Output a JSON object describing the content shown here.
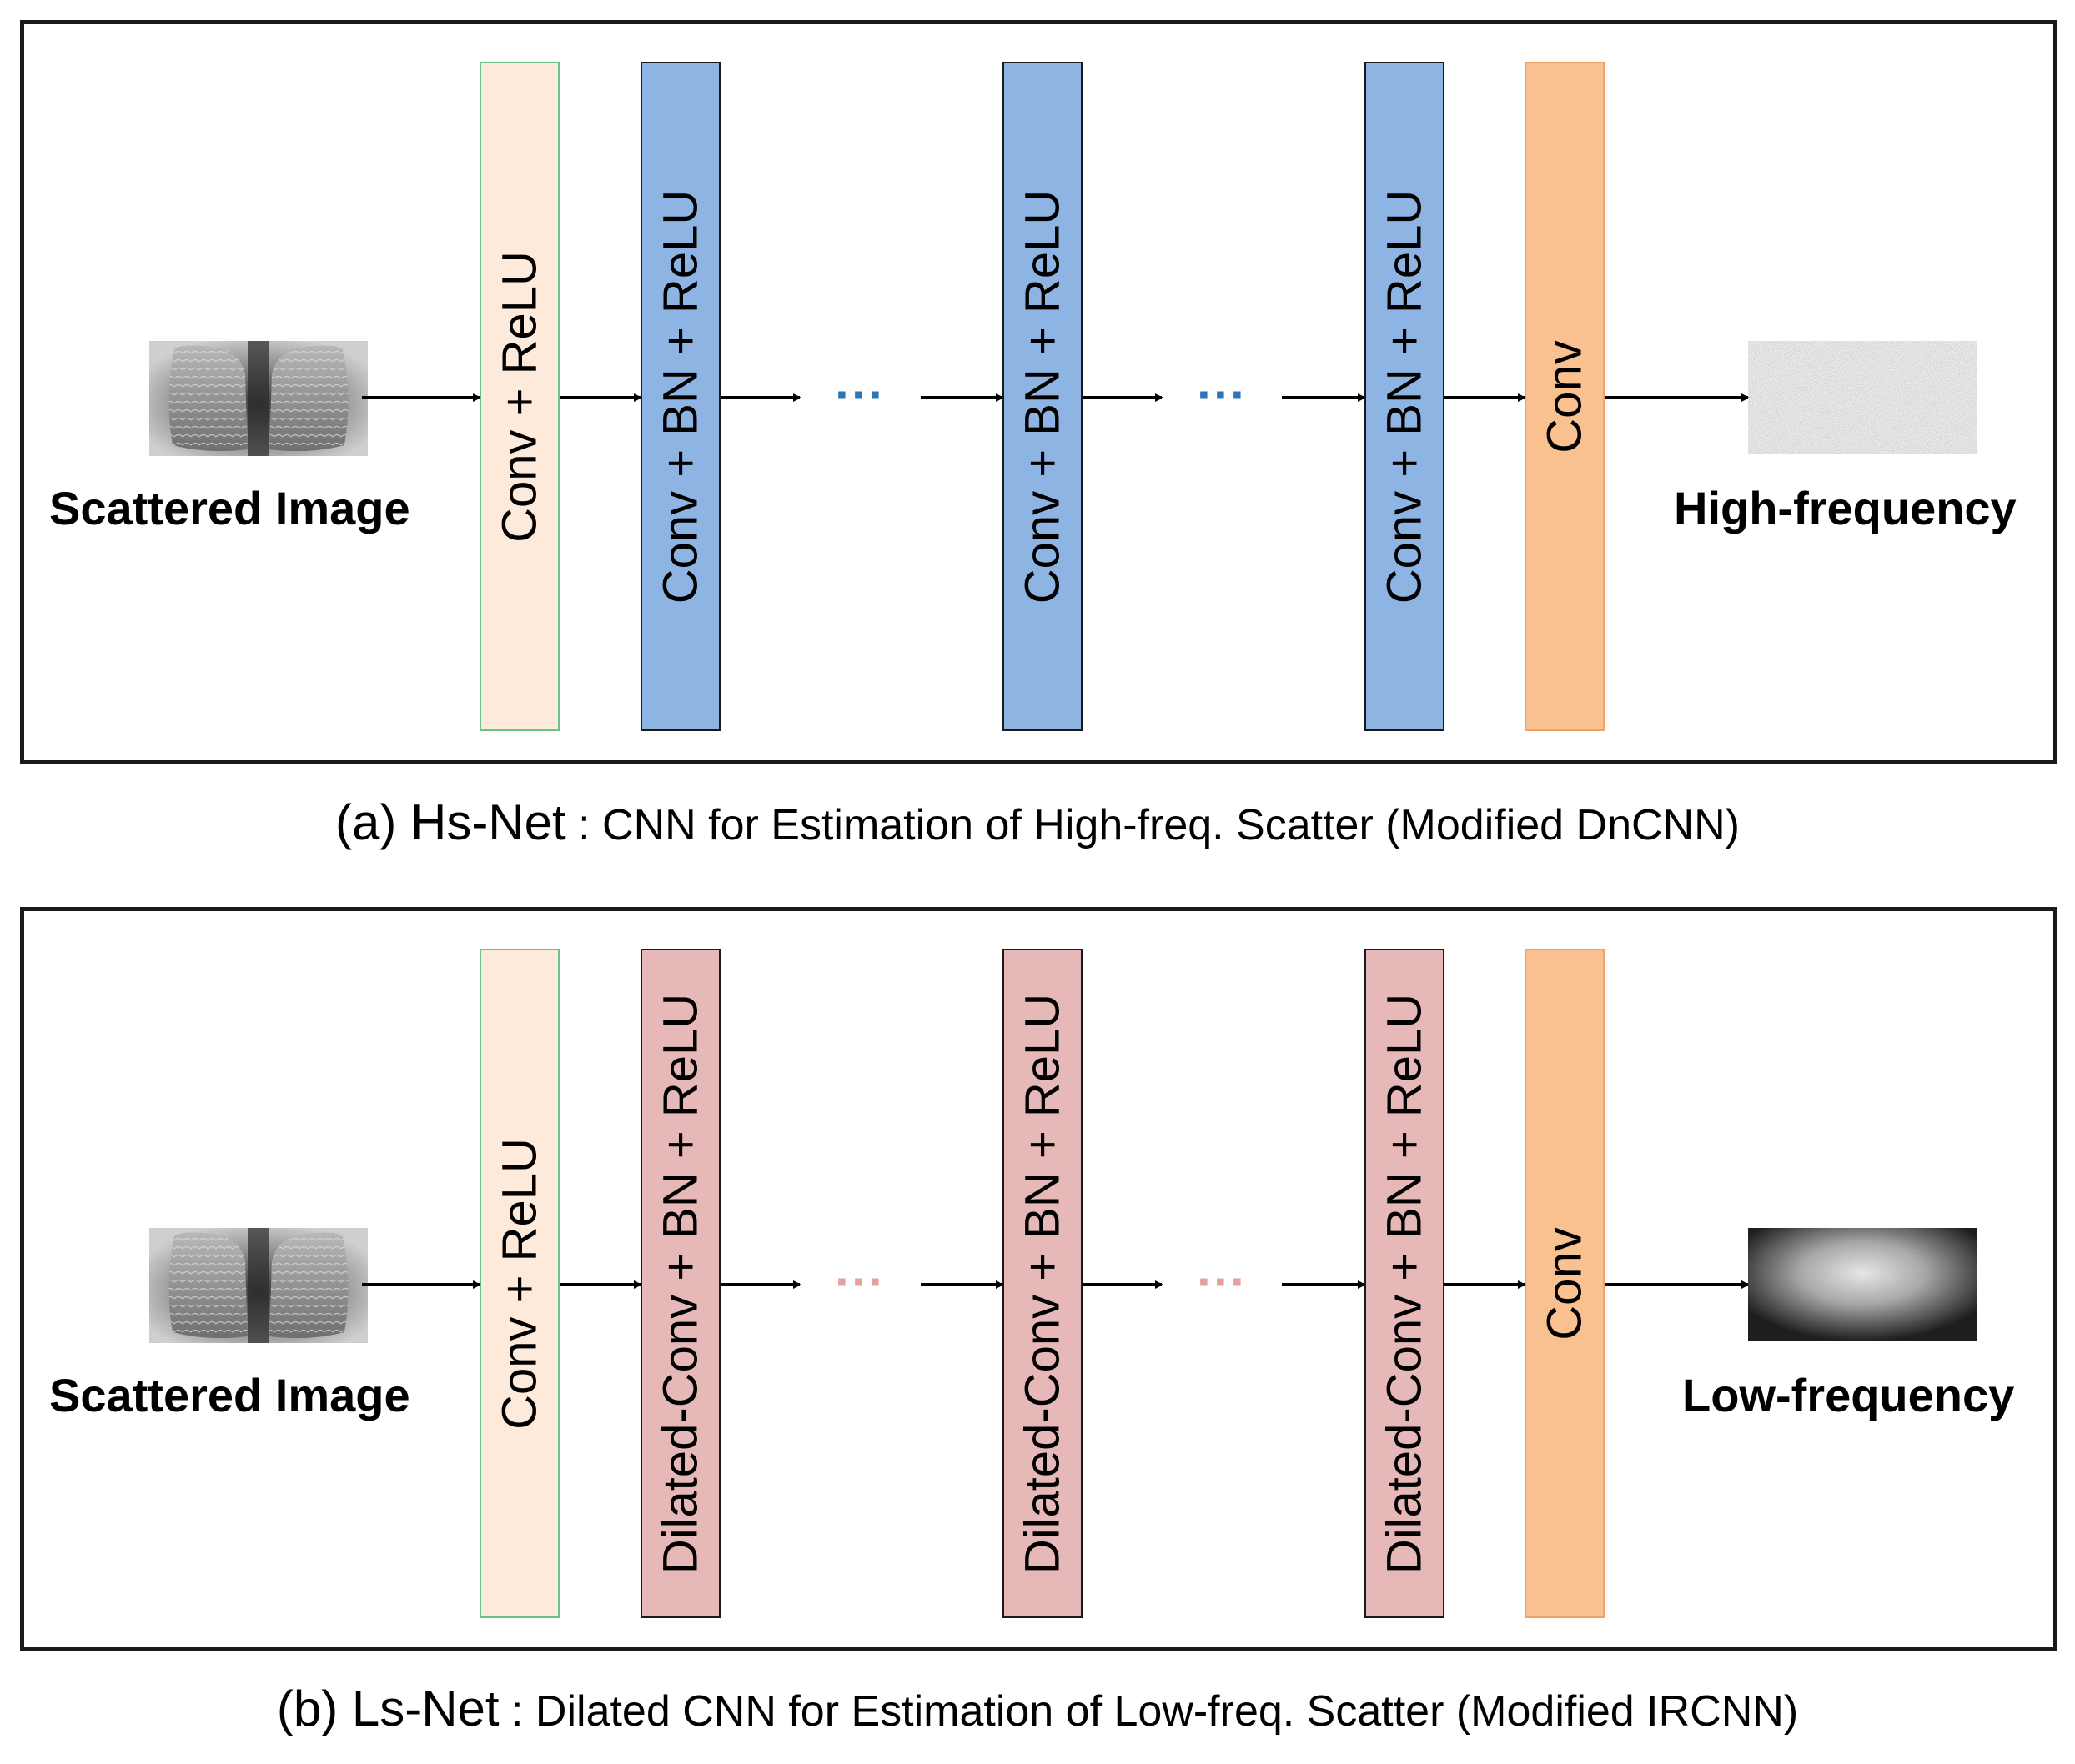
{
  "panels": [
    {
      "input_label": "Scattered Image",
      "output_label": "High-frequency",
      "ellipsis": "···",
      "ellipsis_color": "#2e75b6",
      "layers": [
        {
          "label": "Conv + ReLU",
          "fill": "#fdeadb",
          "border": "#6ac283"
        },
        {
          "label": "Conv + BN + ReLU",
          "fill": "#8eb4e3",
          "border": "#1a1a1a"
        },
        {
          "label": "Conv + BN + ReLU",
          "fill": "#8eb4e3",
          "border": "#1a1a1a"
        },
        {
          "label": "Conv + BN + ReLU",
          "fill": "#8eb4e3",
          "border": "#1a1a1a"
        },
        {
          "label": "Conv",
          "fill": "#f9c18f",
          "border": "#f0a060"
        }
      ],
      "caption_main": "(a) Hs-Net",
      "caption_rest": " : CNN for Estimation of High-freq. Scatter (Modified DnCNN)"
    },
    {
      "input_label": "Scattered Image",
      "output_label": "Low-frequency",
      "ellipsis": "···",
      "ellipsis_color": "#e6a0a0",
      "layers": [
        {
          "label": "Conv + ReLU",
          "fill": "#fdeadb",
          "border": "#6ac283"
        },
        {
          "label": "Dilated-Conv + BN + ReLU",
          "fill": "#e6b8b8",
          "border": "#1a1a1a"
        },
        {
          "label": "Dilated-Conv + BN + ReLU",
          "fill": "#e6b8b8",
          "border": "#1a1a1a"
        },
        {
          "label": "Dilated-Conv + BN + ReLU",
          "fill": "#e6b8b8",
          "border": "#1a1a1a"
        },
        {
          "label": "Conv",
          "fill": "#f9c18f",
          "border": "#f0a060"
        }
      ],
      "caption_main": "(b) Ls-Net",
      "caption_rest": " : Dilated CNN for Estimation of Low-freq. Scatter (Modified IRCNN)"
    }
  ]
}
